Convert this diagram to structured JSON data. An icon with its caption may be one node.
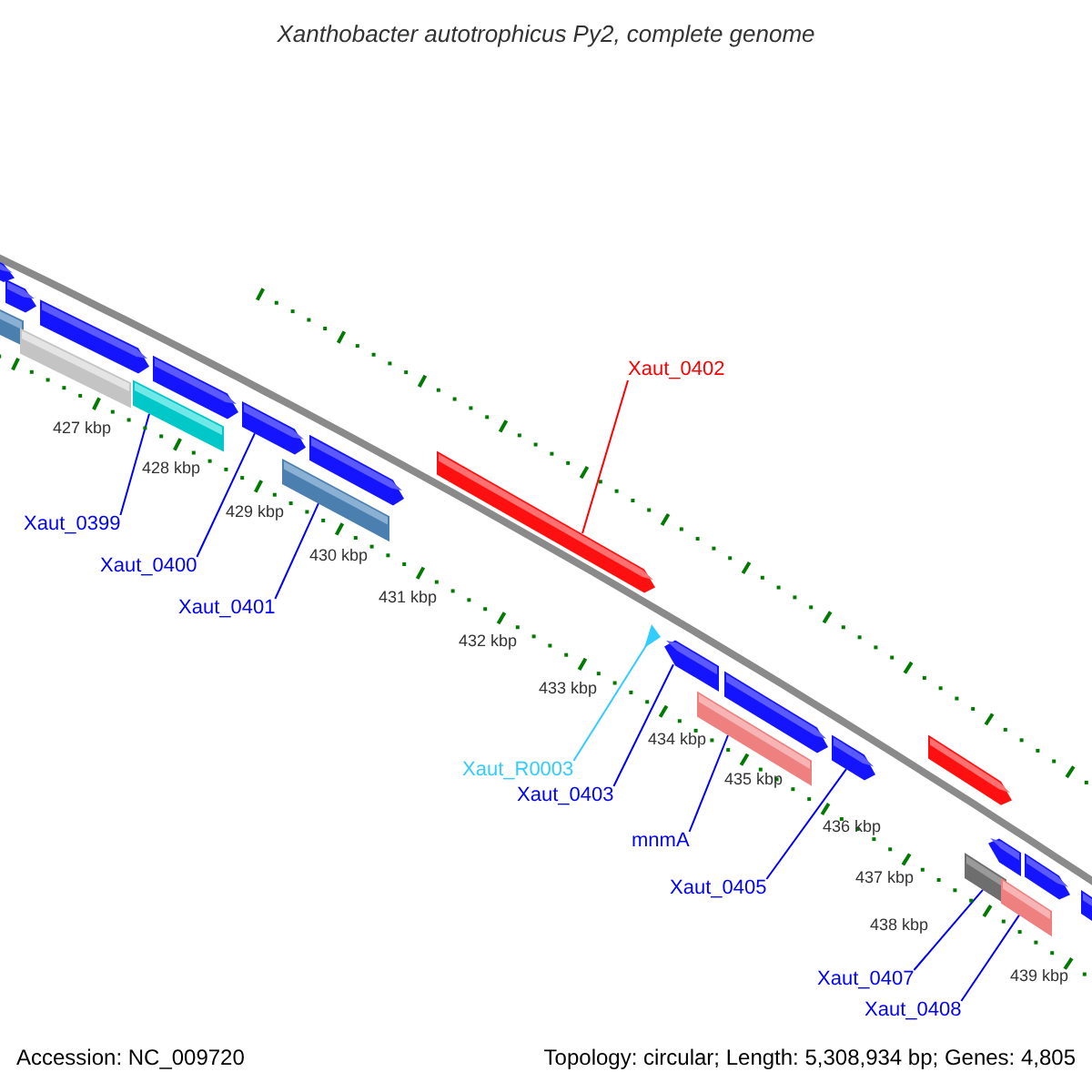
{
  "diagram": {
    "title": "Xanthobacter autotrophicus Py2, complete genome",
    "nodes": [
      {
        "text": [
          "Xaut_0402"
        ]
      },
      {
        "text": [
          "Xaut_0399"
        ]
      },
      {
        "text": [
          "Xaut_0400"
        ]
      },
      {
        "text": [
          "Xaut_0401"
        ]
      },
      {
        "text": [
          "Xaut_R0003"
        ]
      },
      {
        "text": [
          "Xaut_0403"
        ]
      },
      {
        "text": [
          "mnmA"
        ]
      },
      {
        "text": [
          "Xaut_0405"
        ]
      },
      {
        "text": [
          "Xaut_0407"
        ]
      },
      {
        "text": [
          "Xaut_0408"
        ]
      },
      {
        "text": [],
        "shape": "bar"
      },
      {
        "text": [],
        "shape": "bar"
      },
      {
        "text": [],
        "shape": "bar"
      },
      {
        "text": [],
        "shape": "bar"
      },
      {
        "text": [],
        "shape": "bar"
      },
      {
        "text": [],
        "shape": "bar"
      },
      {
        "text": [],
        "shape": "bar"
      },
      {
        "text": [],
        "shape": "bar"
      },
      {
        "text": [],
        "shape": "bar"
      },
      {
        "text": [],
        "shape": "bar"
      },
      {
        "text": [],
        "shape": "bar"
      },
      {
        "text": [],
        "shape": "triangle"
      },
      {
        "text": [],
        "shape": "bar"
      },
      {
        "text": [],
        "shape": "bar"
      },
      {
        "text": [],
        "shape": "bar"
      },
      {
        "text": [],
        "shape": "bar"
      },
      {
        "text": [],
        "shape": "bar"
      },
      {
        "text": [],
        "shape": "bar"
      },
      {
        "text": [],
        "shape": "bar"
      },
      {
        "text": [],
        "shape": "bar"
      },
      {
        "text": [],
        "shape": "bar"
      },
      {
        "text": [],
        "shape": "bar"
      }
    ],
    "edges": [
      {
        "from": 0,
        "to": 20,
        "arrow": "none",
        "color": "#ff0000"
      },
      {
        "from": 1,
        "to": 15,
        "arrow": "none"
      },
      {
        "from": 2,
        "to": 17,
        "arrow": "none"
      },
      {
        "from": 3,
        "to": 18,
        "arrow": "none"
      },
      {
        "from": 4,
        "to": 21,
        "arrow": "none",
        "color": "#33ccff"
      },
      {
        "from": 5,
        "to": 22,
        "arrow": "none"
      },
      {
        "from": 6,
        "to": 23,
        "arrow": "none"
      },
      {
        "from": 7,
        "to": 25,
        "arrow": "none"
      },
      {
        "from": 8,
        "to": 27,
        "arrow": "none"
      },
      {
        "from": 9,
        "to": 29,
        "arrow": "none"
      }
    ],
    "labels": [
      "427 kbp",
      "428 kbp",
      "429 kbp",
      "430 kbp",
      "431 kbp",
      "432 kbp",
      "433 kbp",
      "434 kbp",
      "435 kbp",
      "436 kbp",
      "437 kbp",
      "438 kbp",
      "439 kbp",
      "Accession: NC_009720",
      "Topology: circular; Length: 5,308,934 bp; Genes: 4,805"
    ]
  }
}
